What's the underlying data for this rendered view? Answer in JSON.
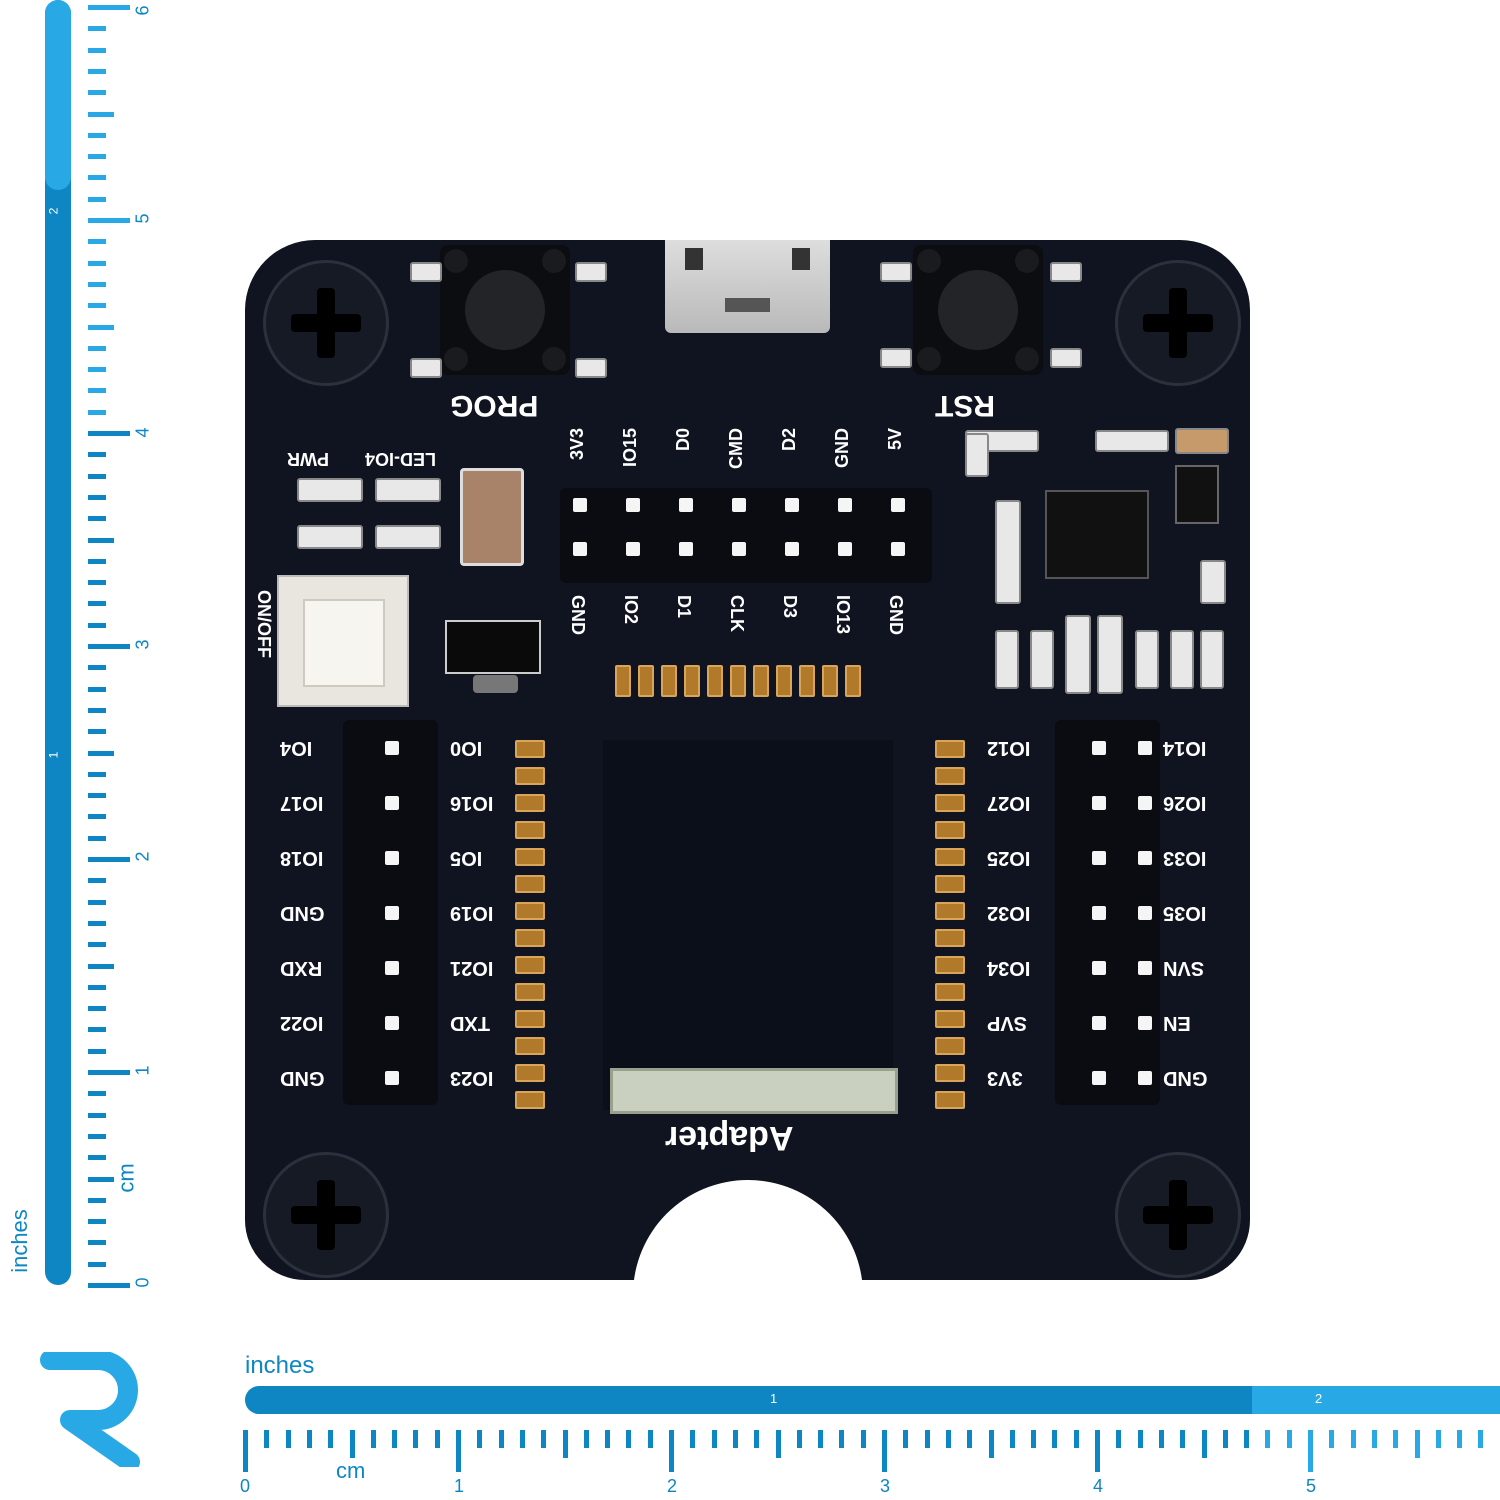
{
  "board": {
    "silkscreen": {
      "prog": "PROG",
      "rst": "RST",
      "adapter": "Adapter",
      "onoff": "ON/OFF",
      "led_io4": "LED-IO4",
      "pwr": "PWR",
      "top_header_labels": [
        "3V3",
        "IO15",
        "D0",
        "CMD",
        "D2",
        "GND",
        "5V"
      ],
      "bottom_header_labels": [
        "GND",
        "IO2",
        "D1",
        "CLK",
        "D3",
        "IO13",
        "GND"
      ],
      "left_outer": [
        "IO4",
        "IO17",
        "IO18",
        "GND",
        "RXD",
        "IO22",
        "GND"
      ],
      "left_inner": [
        "IO0",
        "IO16",
        "IO5",
        "IO19",
        "IO21",
        "TXD",
        "IO23"
      ],
      "right_inner": [
        "IO12",
        "IO27",
        "IO25",
        "IO32",
        "IO34",
        "SVP",
        "3V3"
      ],
      "right_outer": [
        "IO14",
        "IO26",
        "IO33",
        "IO35",
        "SVN",
        "EN",
        "GND"
      ]
    }
  },
  "ruler_left": {
    "unit_inches": "inches",
    "unit_cm": "cm",
    "inch_marks": [
      "1",
      "2"
    ],
    "cm_marks": [
      "0",
      "1",
      "2",
      "3",
      "4",
      "5",
      "6"
    ]
  },
  "ruler_bottom": {
    "unit_inches": "inches",
    "unit_cm": "cm",
    "inch_marks": [
      "1",
      "2"
    ],
    "cm_marks": [
      "0",
      "1",
      "2",
      "3",
      "4",
      "5"
    ]
  },
  "colors": {
    "board": "#0f1420",
    "ruler": "#0e86c4",
    "ruler_light": "#29a8e6"
  },
  "icons": [
    "r-logo-icon",
    "screw-icon",
    "usb-connector-icon",
    "push-button-icon"
  ]
}
